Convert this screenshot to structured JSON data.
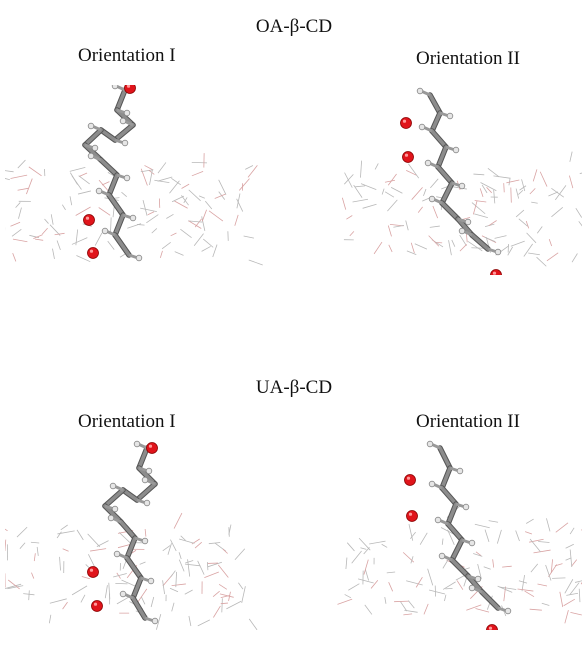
{
  "sections": [
    {
      "title": "OA-β-CD",
      "panels": [
        {
          "label": "Orientation I"
        },
        {
          "label": "Orientation II"
        }
      ]
    },
    {
      "title": "UA-β-CD",
      "panels": [
        {
          "label": "Orientation I"
        },
        {
          "label": "Orientation II"
        }
      ]
    }
  ],
  "colors": {
    "cyclodextrin_wire": "#d9a3a3",
    "cyclodextrin_grey": "#b8b8b8",
    "carbon": "#8c8c8c",
    "hydrogen": "#e6e6e6",
    "oxygen": "#e0141b"
  }
}
